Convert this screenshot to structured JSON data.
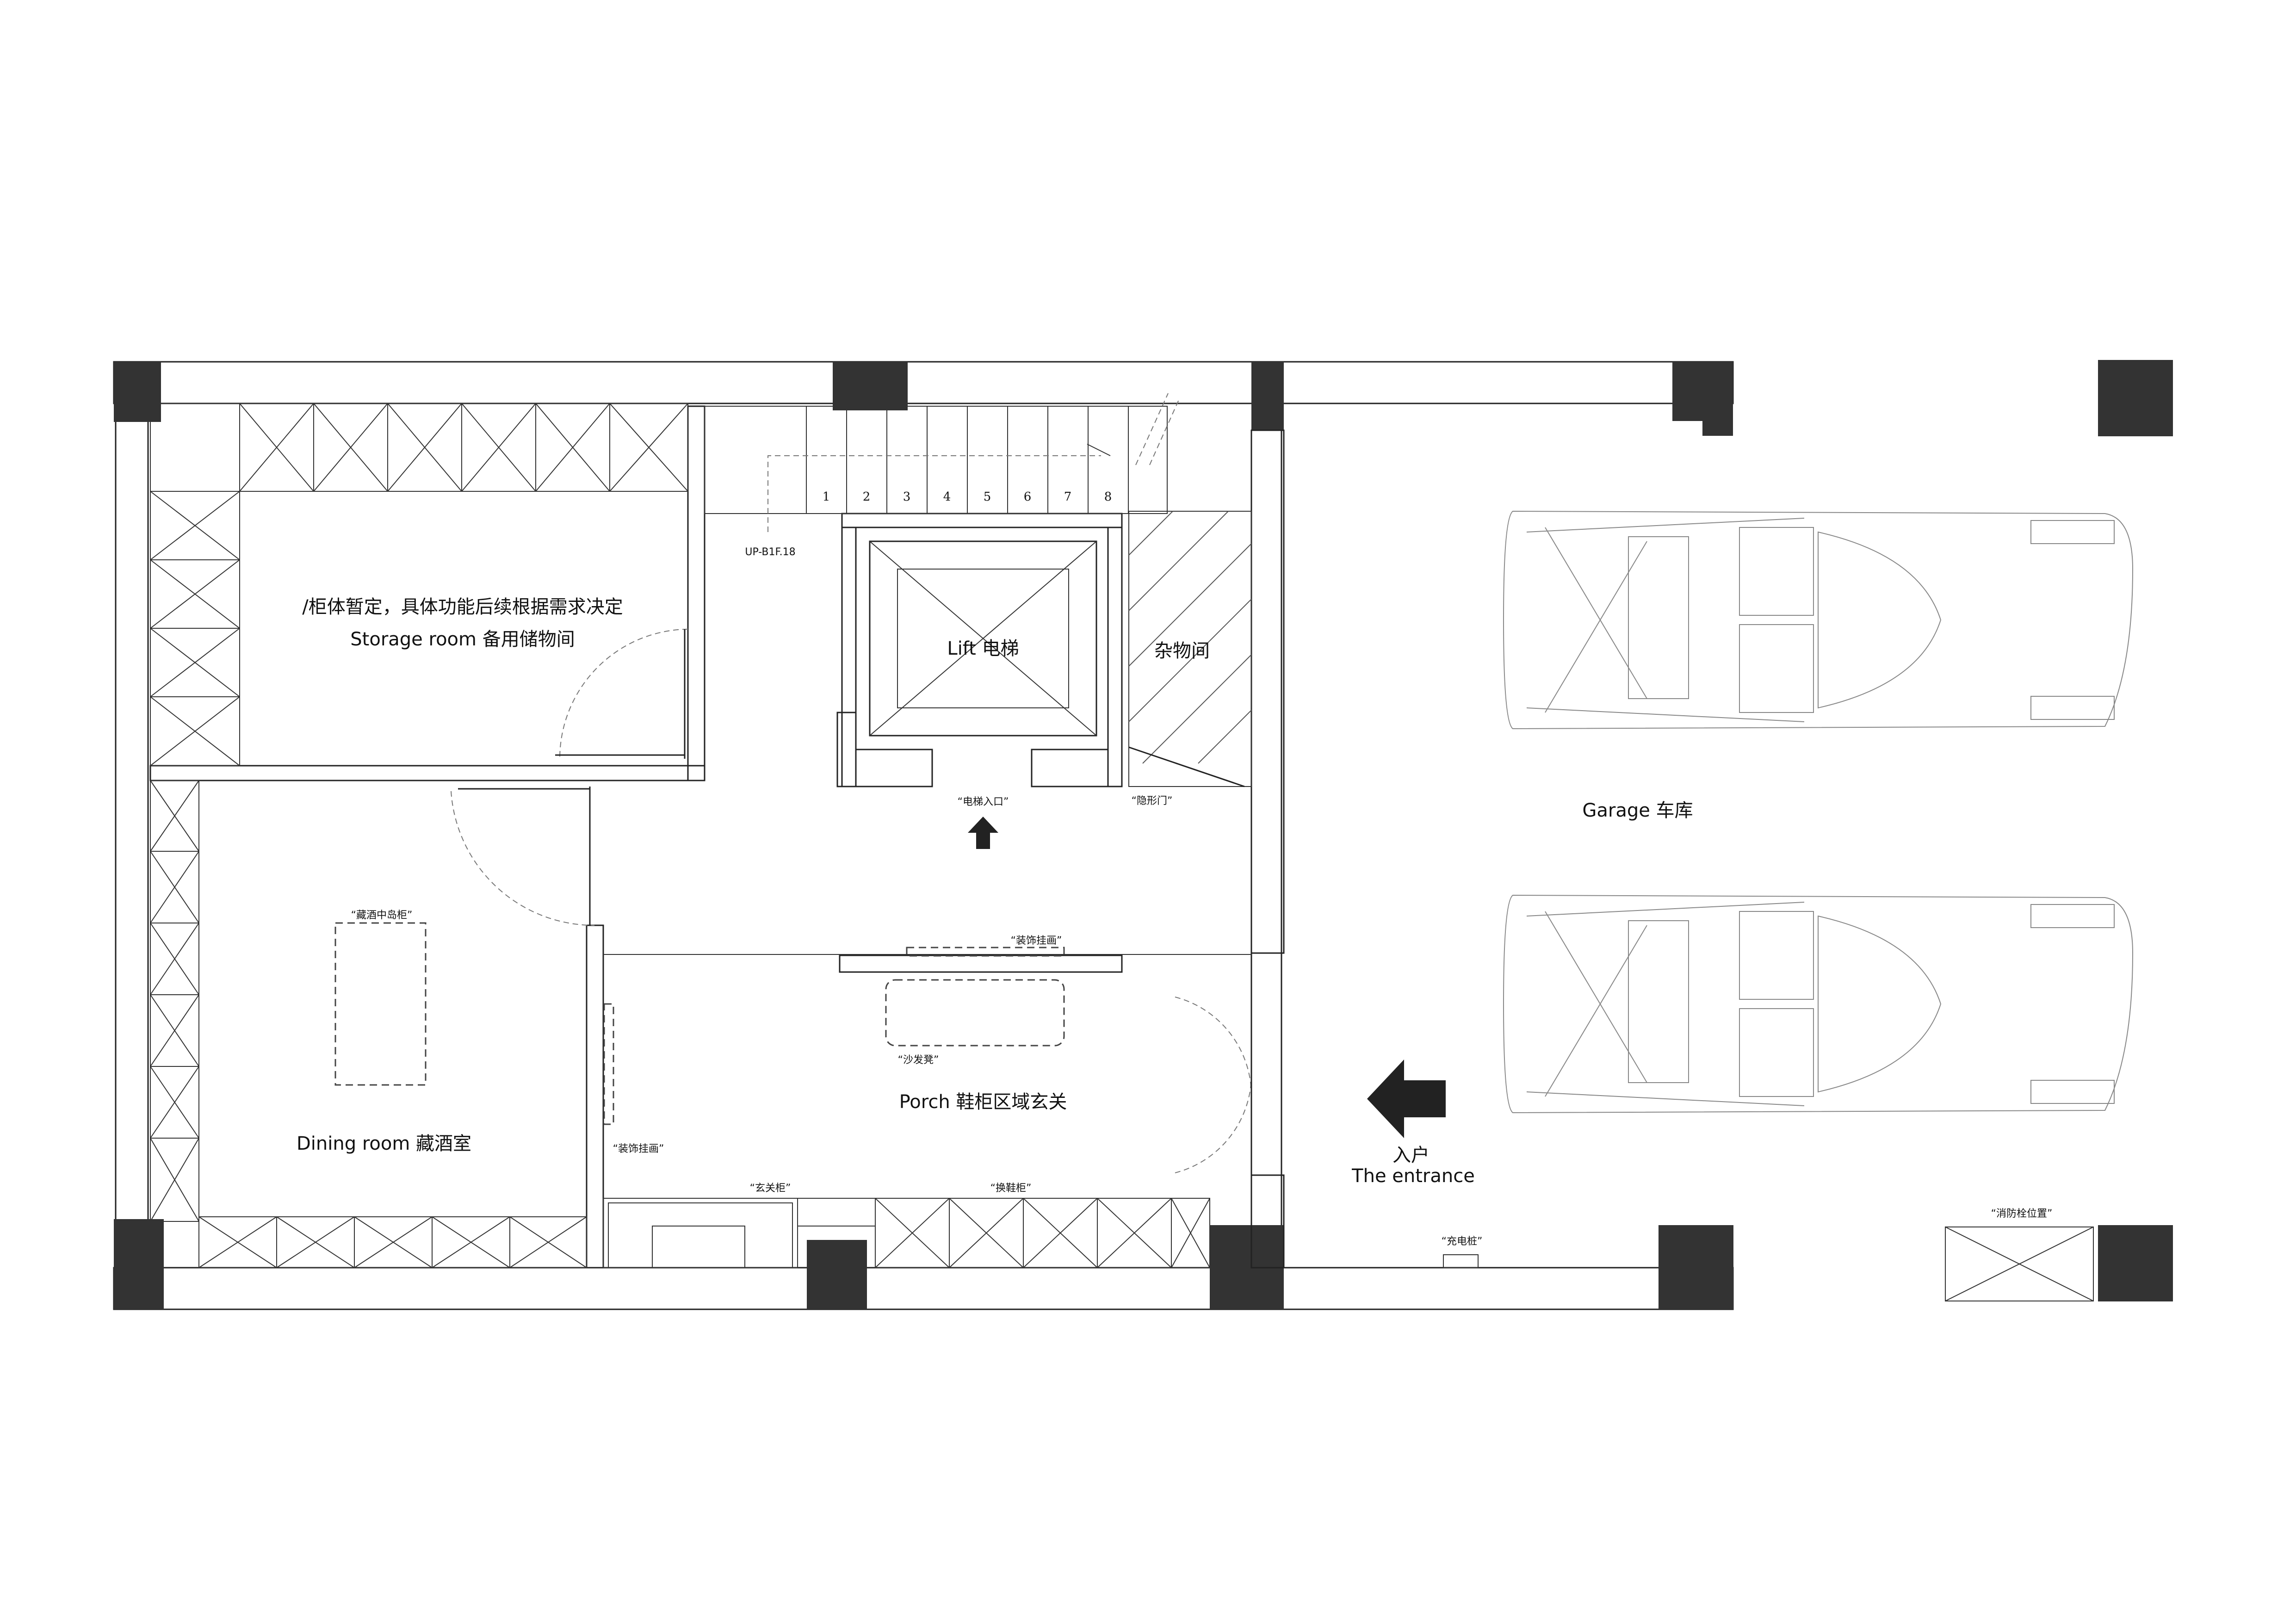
{
  "rooms": {
    "storage_note": "/柜体暂定，具体功能后续根据需求决定",
    "storage": "Storage room  备用储物间",
    "lift": "Lift  电梯",
    "sundries": "杂物间",
    "dining": "Dining room   藏酒室",
    "porch": "Porch  鞋柜区域玄关",
    "garage": "Garage  车库",
    "entrance_cn": "入户",
    "entrance_en": "The entrance"
  },
  "notes": {
    "stair_up": "UP-B1F.18",
    "lift_entry": "“电梯入口”",
    "hidden_door": "“隐形门”",
    "wine_island": "“藏酒中岛柜”",
    "deco_painting_top": "“装饰挂画”",
    "sofa_stool": "“沙发凳”",
    "deco_painting_side": "“装饰挂画”",
    "foyer_cabinet": "“玄关柜”",
    "shoe_cabinet": "“换鞋柜”",
    "charging_pile": "“充电桩”",
    "fire_hydrant": "“消防栓位置”"
  },
  "stair_numbers": [
    "1",
    "2",
    "3",
    "4",
    "5",
    "6",
    "7",
    "8"
  ]
}
